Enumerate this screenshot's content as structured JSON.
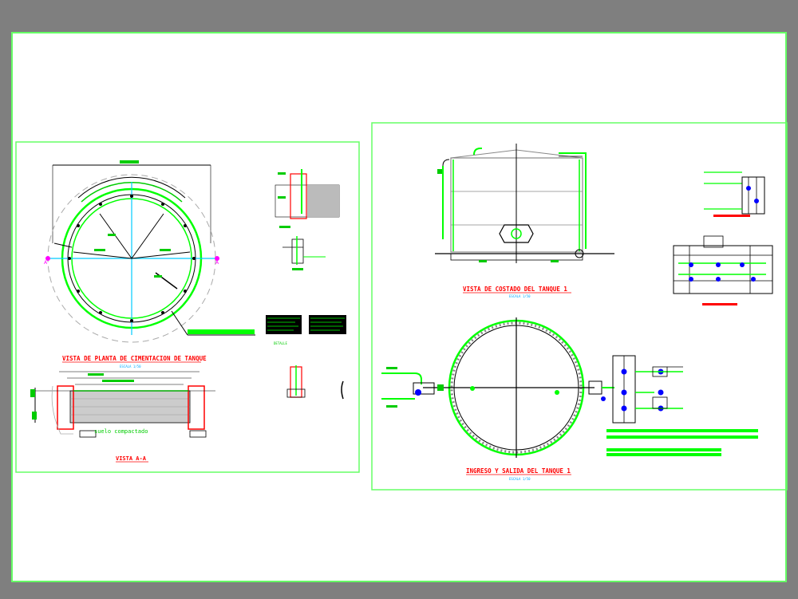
{
  "sheet": {
    "frame_color": "#66ff66",
    "background": "#ffffff",
    "outer_background": "#7f7f7f"
  },
  "left_panel": {
    "plan_title": "VISTA DE PLANTA DE CIMENTACION DE TANQUE",
    "plan_scale": "ESCALA 1/50",
    "section_title": "VISTA A-A",
    "soil_label": "suelo compactado",
    "marker_left": "A",
    "marker_right": "A",
    "detail_label": "DETALLE"
  },
  "right_panel": {
    "elevation_title": "VISTA DE COSTADO DEL TANQUE 1",
    "elevation_scale": "ESCALA 1/50",
    "plan_title": "INGRESO Y SALIDA DEL TANQUE 1",
    "plan_scale": "ESCALA 1/50"
  },
  "colors": {
    "green": "#00ff00",
    "dark_green": "#00aa00",
    "red": "#ff0000",
    "cyan": "#00ccff",
    "blue": "#0000ff",
    "black": "#000000",
    "gray": "#999999",
    "magenta": "#ff00ff"
  }
}
